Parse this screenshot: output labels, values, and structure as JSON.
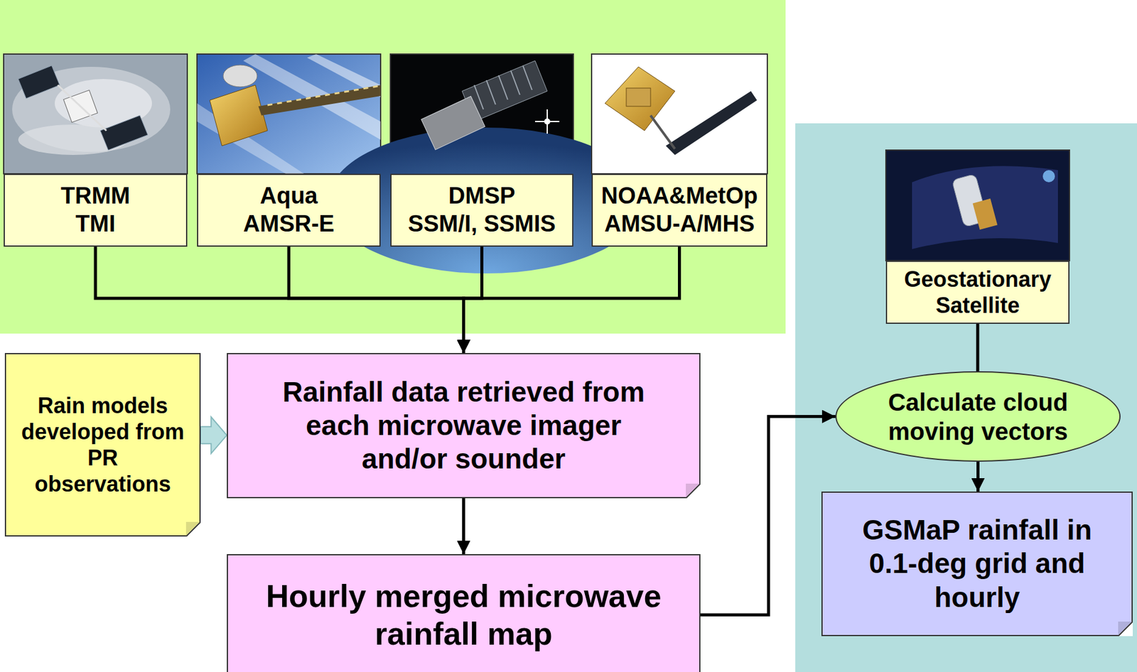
{
  "diagram": {
    "nodes": [
      {
        "text": [
          "TRMM",
          "TMI"
        ]
      },
      {
        "text": [
          "Aqua",
          "AMSR-E"
        ]
      },
      {
        "text": [
          "DMSP",
          "SSM/I, SSMIS"
        ]
      },
      {
        "text": [
          "NOAA&MetOp",
          "AMSU-A/MHS"
        ]
      },
      {
        "text": [
          "Geostationary Satellite"
        ]
      },
      {
        "text": [
          "Rain models developed from PR observations"
        ]
      },
      {
        "text": [
          "Rainfall data retrieved from each microwave imager and/or sounder"
        ]
      },
      {
        "text": [
          "Calculate cloud moving vectors"
        ]
      },
      {
        "text": [
          "Hourly merged microwave rainfall map"
        ]
      },
      {
        "text": [
          "GSMaP rainfall in 0.1-deg grid and hourly"
        ]
      }
    ],
    "edges": [
      {
        "from": 0,
        "to": 6,
        "arrow": "to"
      },
      {
        "from": 1,
        "to": 6,
        "arrow": "to"
      },
      {
        "from": 2,
        "to": 6,
        "arrow": "to"
      },
      {
        "from": 3,
        "to": 6,
        "arrow": "to"
      },
      {
        "from": 5,
        "to": 6,
        "arrow": "to"
      },
      {
        "from": 6,
        "to": 8,
        "arrow": "to"
      },
      {
        "from": 8,
        "to": 7,
        "arrow": "to"
      },
      {
        "from": 4,
        "to": 7,
        "arrow": "none"
      },
      {
        "from": 7,
        "to": 9,
        "arrow": "to"
      }
    ]
  }
}
